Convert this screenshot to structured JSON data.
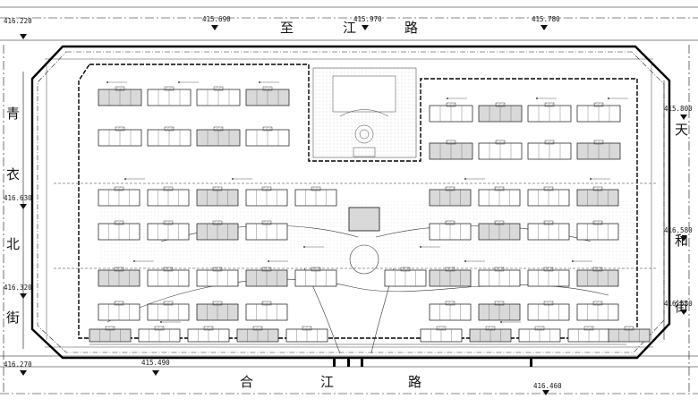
{
  "roads": {
    "north": {
      "chars": [
        "至",
        "江",
        "路"
      ]
    },
    "south": {
      "chars": [
        "合",
        "江",
        "路"
      ]
    },
    "west": {
      "chars": [
        "青",
        "衣",
        "北",
        "街"
      ]
    },
    "east": {
      "chars": [
        "天",
        "和",
        "街"
      ]
    }
  },
  "elevations": {
    "north_1": "415.690",
    "north_2": "415.970",
    "north_3": "415.780",
    "north_left": "416.220",
    "south_left": "416.270",
    "south_1": "415.490",
    "south_2": "416.460",
    "west_1": "416.630",
    "west_2": "416.320",
    "east_1": "415.800",
    "east_2": "416.580",
    "east_3": "416.580"
  },
  "colors": {
    "line": "#111111",
    "hatch": "#555555",
    "building_fill": "#d9d9d9",
    "dash": "#222222"
  }
}
